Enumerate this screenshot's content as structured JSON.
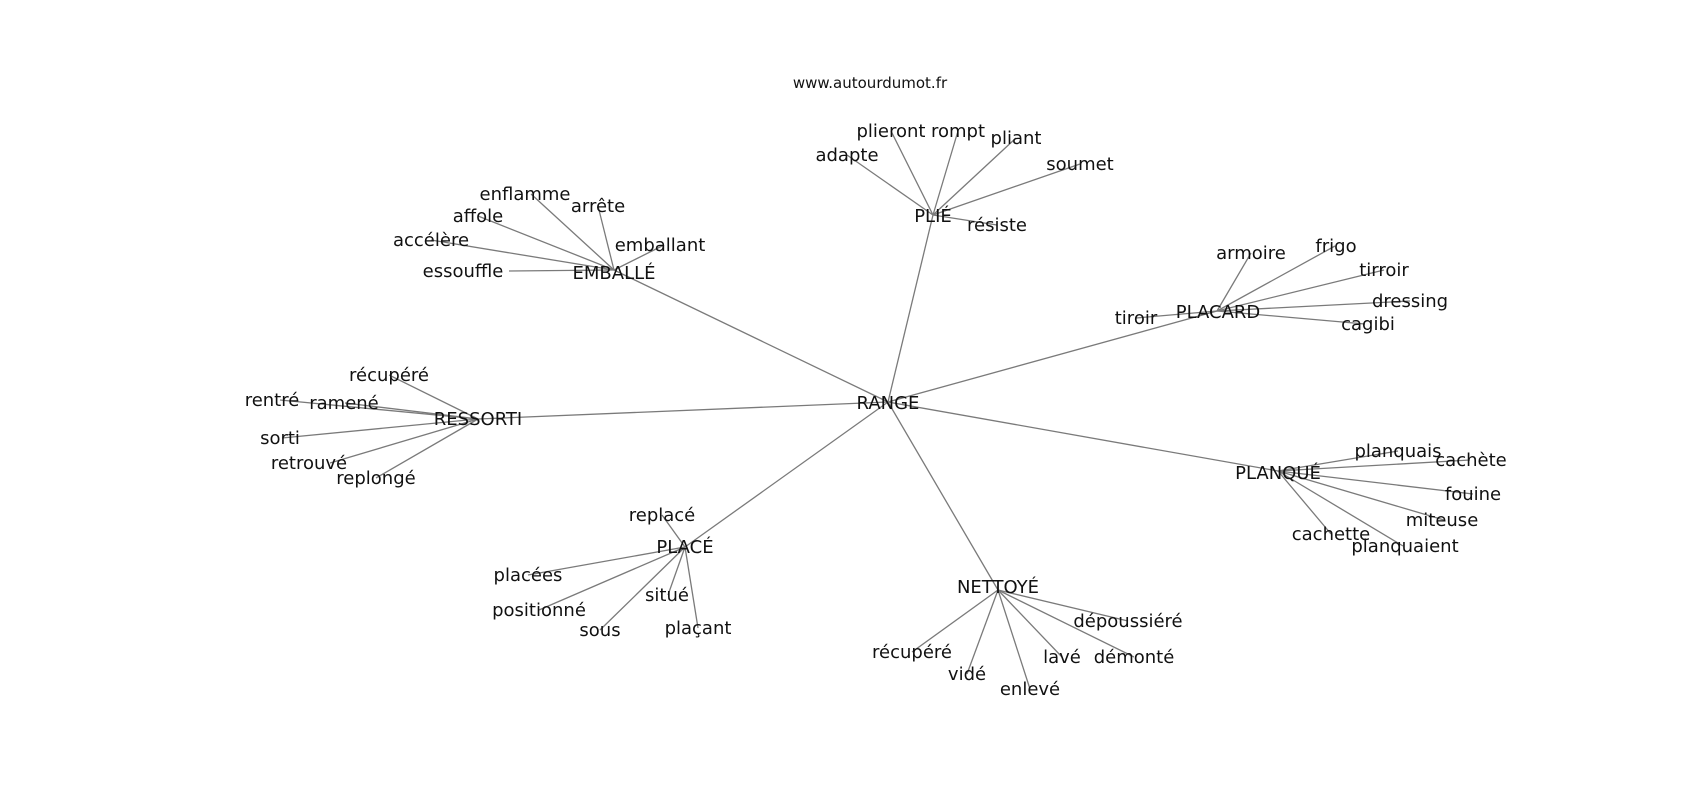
{
  "site": "www.autourdumot.fr",
  "center": "RANGE",
  "colors": {
    "edge": "#7a7a7a",
    "text": "#111111",
    "background": "#ffffff"
  },
  "hubs": [
    {
      "id": "plie",
      "label": "PLIÉ",
      "leaves": [
        "plieront",
        "rompt",
        "pliant",
        "adapte",
        "soumet",
        "résiste"
      ]
    },
    {
      "id": "emballe",
      "label": "EMBALLÉ",
      "leaves": [
        "enflamme",
        "arrête",
        "affole",
        "accélère",
        "emballant",
        "essouffle"
      ]
    },
    {
      "id": "placard",
      "label": "PLACARD",
      "leaves": [
        "armoire",
        "frigo",
        "tirroir",
        "dressing",
        "tiroir",
        "cagibi"
      ]
    },
    {
      "id": "ressorti",
      "label": "RESSORTI",
      "leaves": [
        "récupéré",
        "rentré",
        "ramené",
        "sorti",
        "retrouvé",
        "replongé"
      ]
    },
    {
      "id": "planque",
      "label": "PLANQUÉ",
      "leaves": [
        "planquais",
        "cachète",
        "fouine",
        "miteuse",
        "cachette",
        "planquaient"
      ]
    },
    {
      "id": "place",
      "label": "PLACÉ",
      "leaves": [
        "replacé",
        "placées",
        "positionné",
        "situé",
        "sous",
        "plaçant"
      ]
    },
    {
      "id": "nettoye",
      "label": "NETTOYÉ",
      "leaves": [
        "dépoussiéré",
        "récupéré",
        "lavé",
        "démonté",
        "vidé",
        "enlevé"
      ]
    }
  ]
}
